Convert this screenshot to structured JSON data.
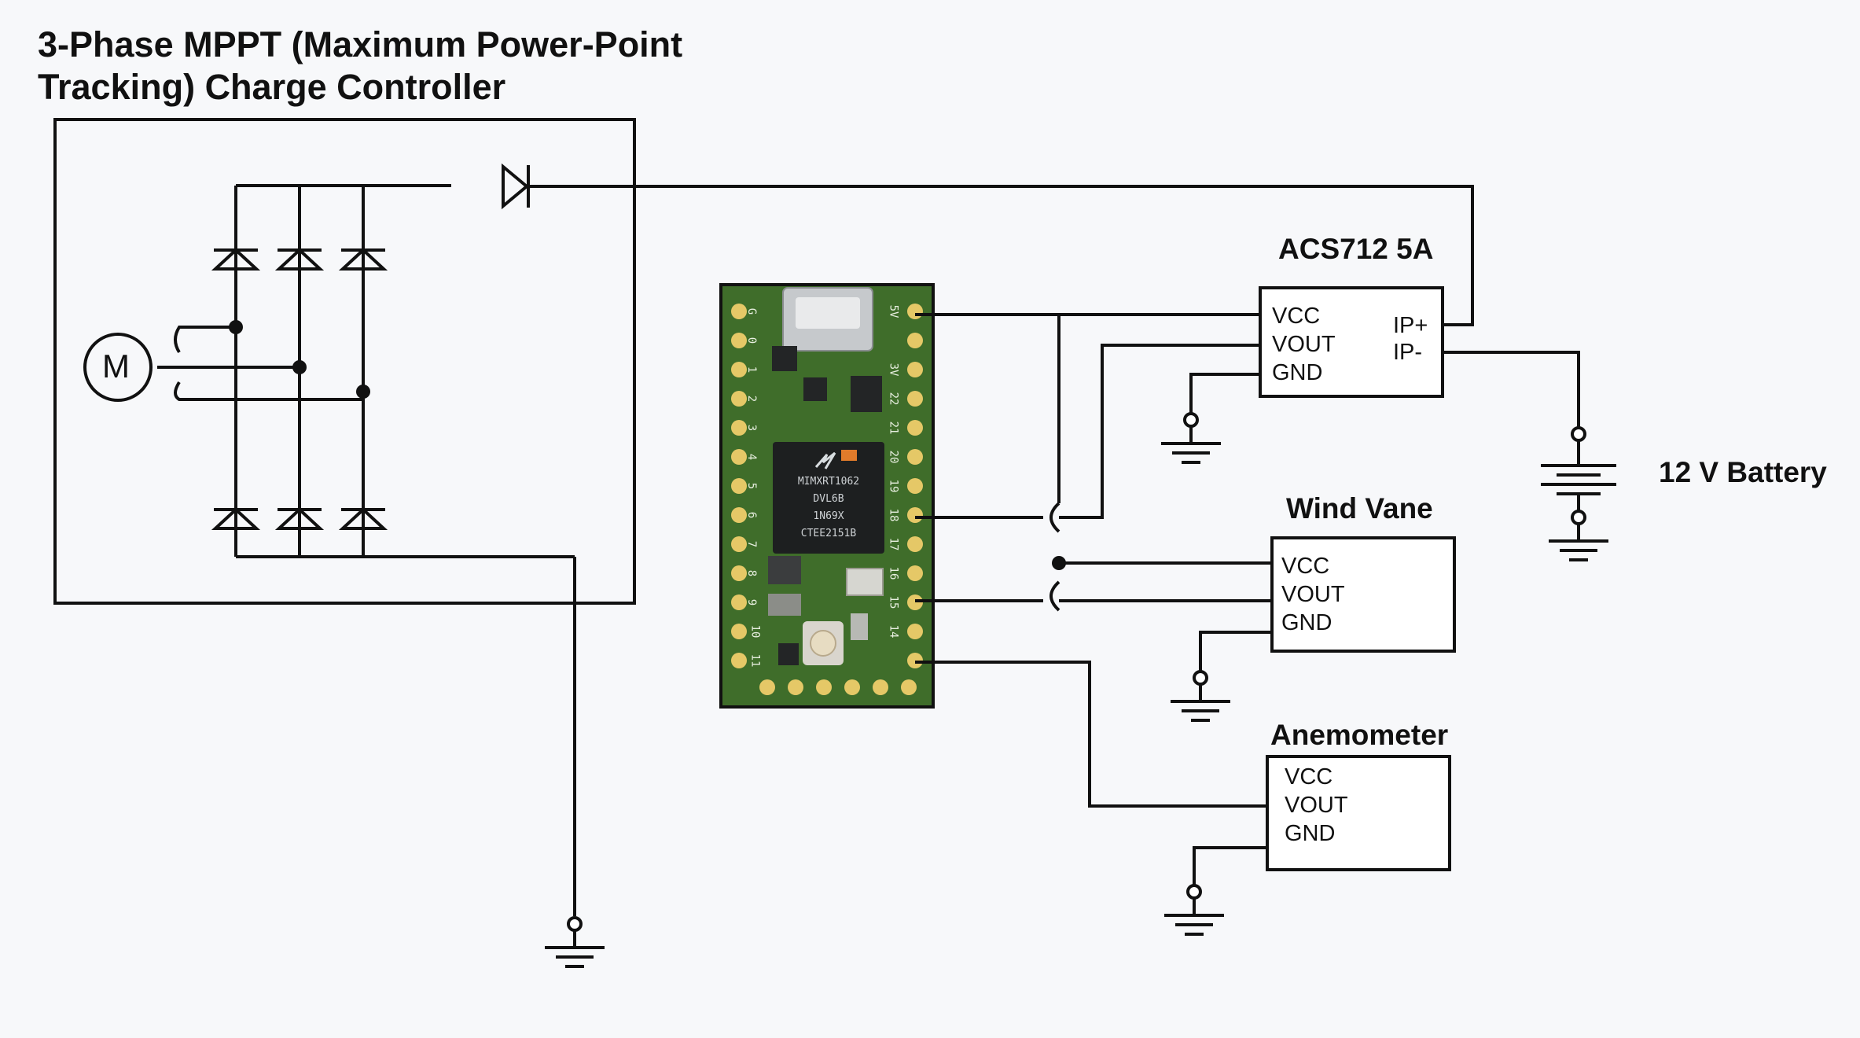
{
  "title": {
    "line1": "3-Phase MPPT (Maximum Power-Point",
    "line2": "Tracking) Charge Controller"
  },
  "motor": {
    "symbol": "M"
  },
  "acs712": {
    "title": "ACS712 5A",
    "left_pins": [
      "VCC",
      "VOUT",
      "GND"
    ],
    "right_pins": [
      "IP+",
      "IP-"
    ]
  },
  "wind_vane": {
    "title": "Wind Vane",
    "pins": [
      "VCC",
      "VOUT",
      "GND"
    ]
  },
  "anemometer": {
    "title": "Anemometer",
    "pins": [
      "VCC",
      "VOUT",
      "GND"
    ]
  },
  "battery": {
    "label": "12 V Battery"
  },
  "mcu": {
    "chip_lines": [
      "MIMXRT1062",
      "DVL6B",
      "1N69X",
      "CTEE2151B"
    ],
    "left_pins": [
      "G",
      "0",
      "1",
      "2",
      "3",
      "4",
      "5",
      "6",
      "7",
      "8",
      "9",
      "10",
      "11"
    ],
    "right_pins": [
      "5V",
      "",
      "3V",
      "22",
      "21",
      "20",
      "19",
      "18",
      "17",
      "16",
      "15",
      "14"
    ]
  },
  "colors": {
    "wire": "#111111",
    "pcb": "#3f6d2a",
    "pad": "#e5c867",
    "chip": "#1d1f20"
  }
}
